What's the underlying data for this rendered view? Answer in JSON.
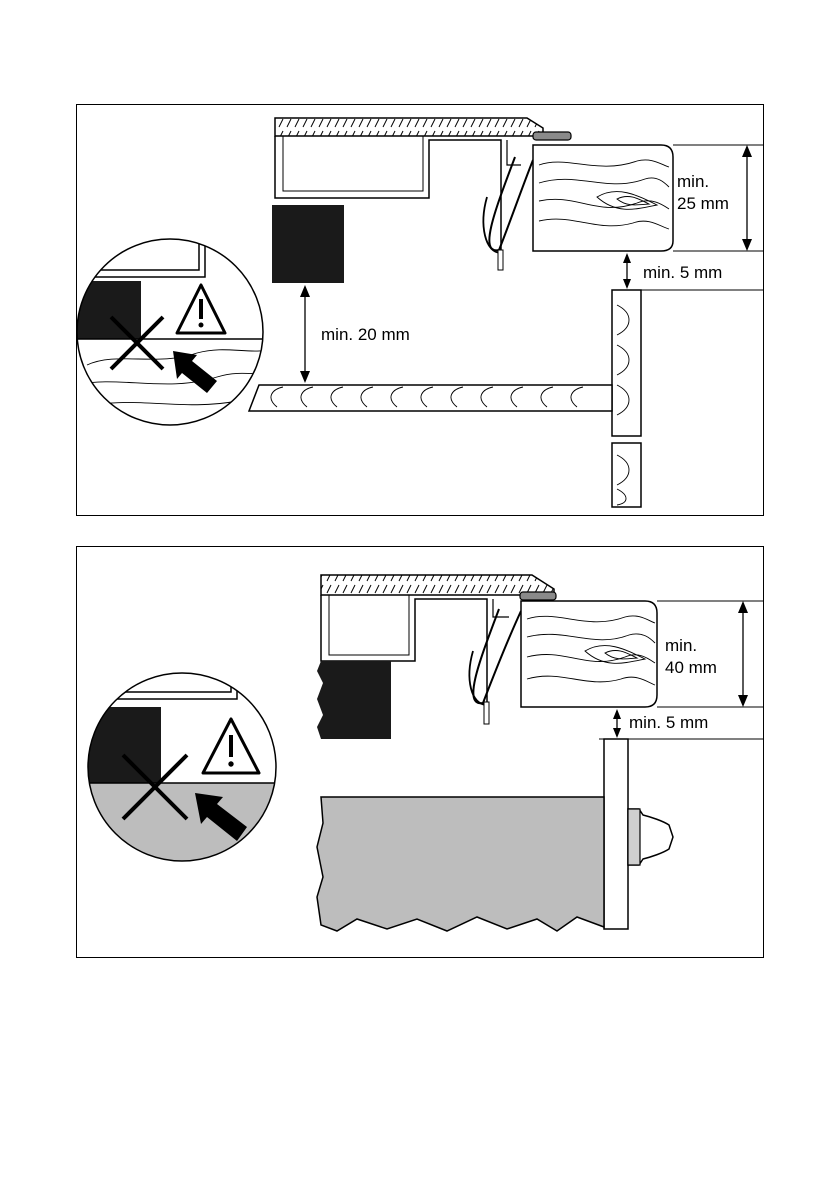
{
  "diagrams": [
    {
      "labels": {
        "worktop_thickness_line1": "min.",
        "worktop_thickness_line2": "25 mm",
        "gap_below_worktop": "min. 5 mm",
        "gap_below_appliance": "min. 20 mm"
      },
      "icons": [
        "warning-icon",
        "cross-icon",
        "arrow-icon"
      ]
    },
    {
      "labels": {
        "worktop_thickness_line1": "min.",
        "worktop_thickness_line2": "40 mm",
        "gap_below_worktop": "min. 5 mm"
      },
      "icons": [
        "warning-icon",
        "cross-icon",
        "arrow-icon",
        "knob-icon"
      ]
    }
  ],
  "colors": {
    "line": "#000000",
    "casing": "#1a1a1a",
    "drawer_fill": "#bdbdbd",
    "trim": "#8a8a8a"
  }
}
